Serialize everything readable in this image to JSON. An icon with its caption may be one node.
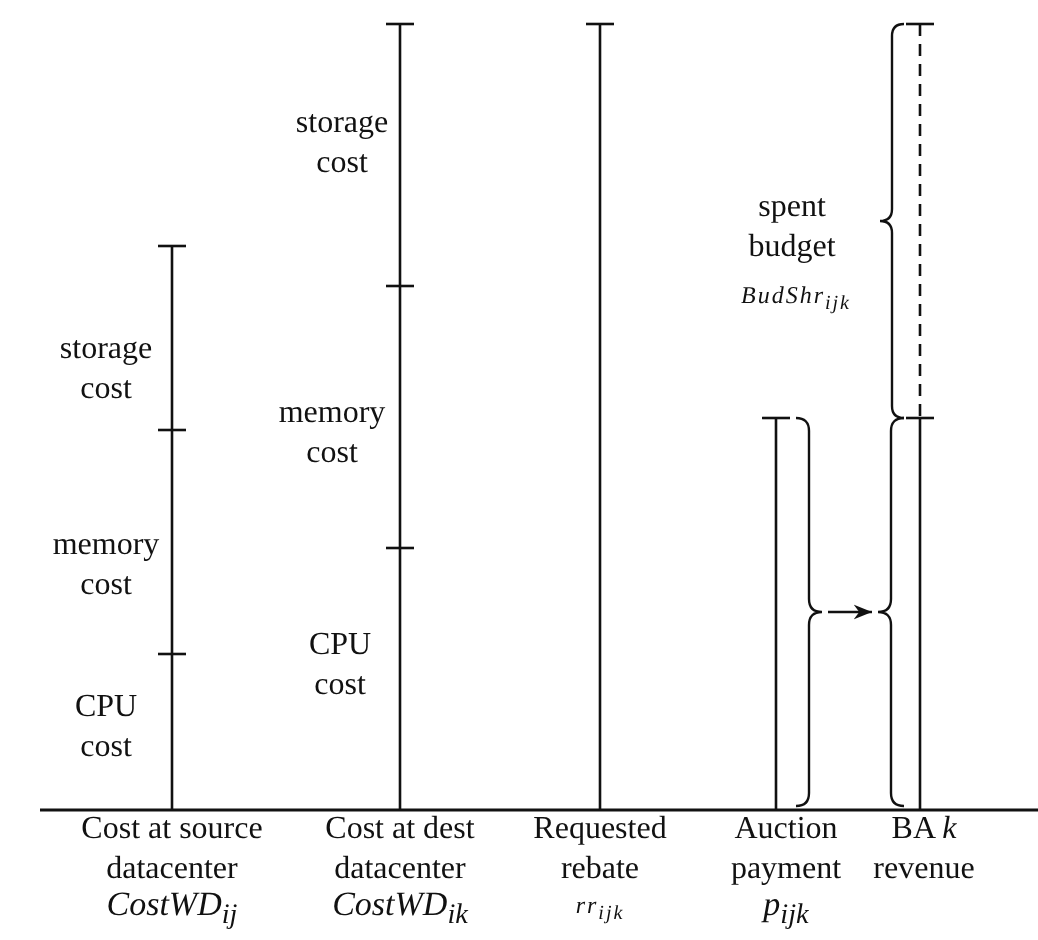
{
  "diagram": {
    "nodes": [
      {
        "text": [],
        "shape": "brace"
      },
      {
        "text": [],
        "shape": "brace"
      }
    ],
    "edges": [
      {
        "from": 0,
        "to": 1,
        "arrow": "to"
      }
    ],
    "labels": [
      "storage cost",
      "spent budget",
      "BudShr$_{ijk}$",
      "storage cost",
      "memory cost",
      "memory cost",
      "CPU cost",
      "CPU cost",
      "Cost at source datacenter",
      "Cost at dest datacenter",
      "Requested rebate",
      "Auction payment",
      "BA *k* revenue",
      "CostWD$_{ij}$",
      "CostWD$_{ik}$",
      "rr$_{ijk}$",
      "p$_{ijk}$"
    ]
  }
}
